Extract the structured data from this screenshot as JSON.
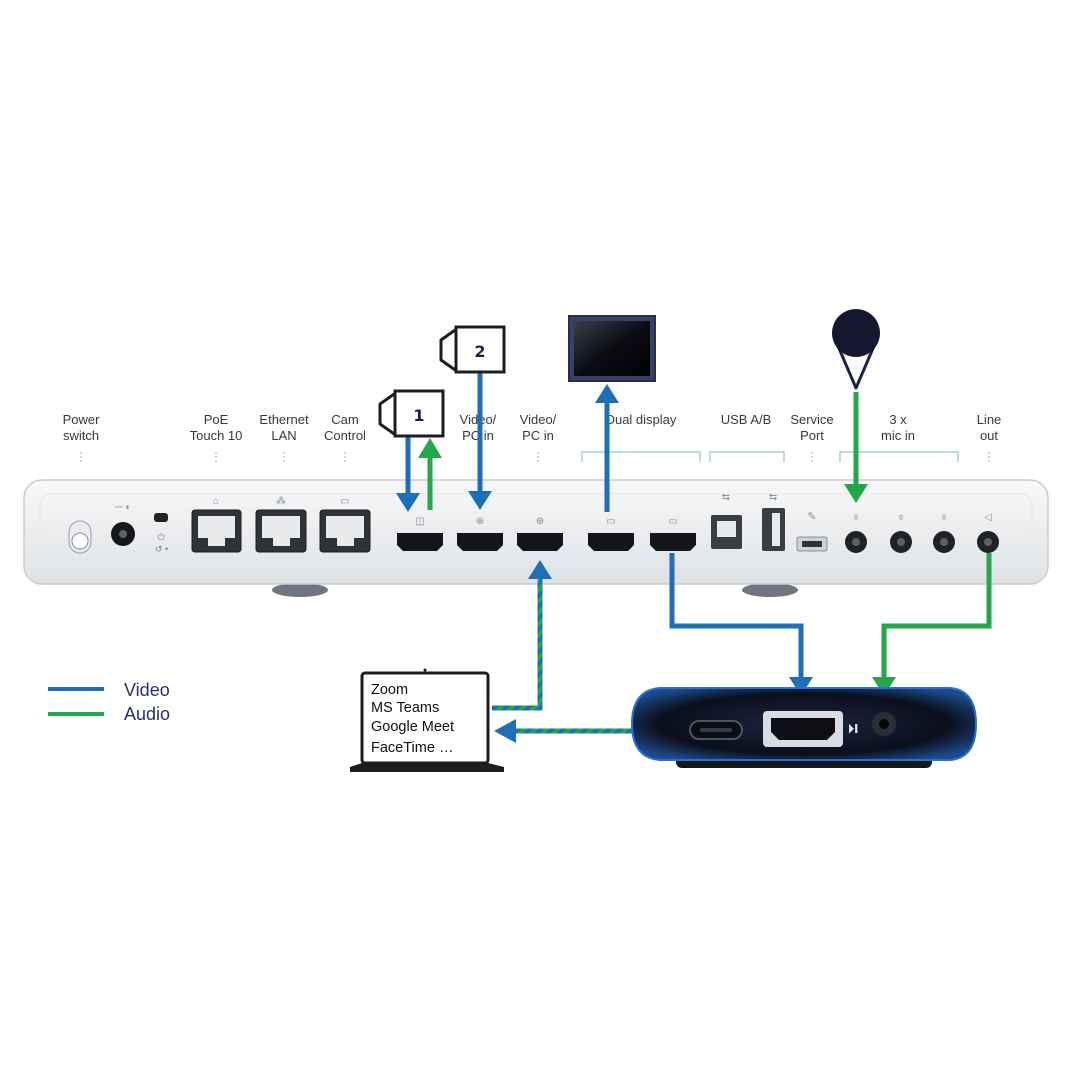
{
  "port_labels": {
    "power_switch": [
      "Power",
      "switch"
    ],
    "poe_touch": [
      "PoE",
      "Touch 10"
    ],
    "ethernet_lan": [
      "Ethernet",
      "LAN"
    ],
    "cam_control": [
      "Cam",
      "Control"
    ],
    "video_pc_in_1": [
      "Video/",
      "PC in"
    ],
    "video_pc_in_2": [
      "Video/",
      "PC in"
    ],
    "dual_display": "Dual display",
    "usb_ab": "USB A/B",
    "service_port": [
      "Service",
      "Port"
    ],
    "mic_in": [
      "3 x",
      "mic in"
    ],
    "line_out": [
      "Line",
      "out"
    ]
  },
  "cameras": {
    "cam1": "1",
    "cam2": "2"
  },
  "legend": {
    "video": "Video",
    "audio": "Audio"
  },
  "laptop_apps": [
    "Zoom",
    "MS Teams",
    "Google Meet",
    "FaceTime …"
  ],
  "colors": {
    "video": "#1f6fb8",
    "audio": "#22a84a",
    "text": "#333a44",
    "legend_text": "#2a2f6b"
  },
  "icons": [
    "camera-icon",
    "monitor-icon",
    "microphone-icon",
    "laptop-icon",
    "capture-device-icon",
    "hdmi-port-icon",
    "rj45-port-icon",
    "usb-port-icon",
    "audio-jack-icon"
  ]
}
